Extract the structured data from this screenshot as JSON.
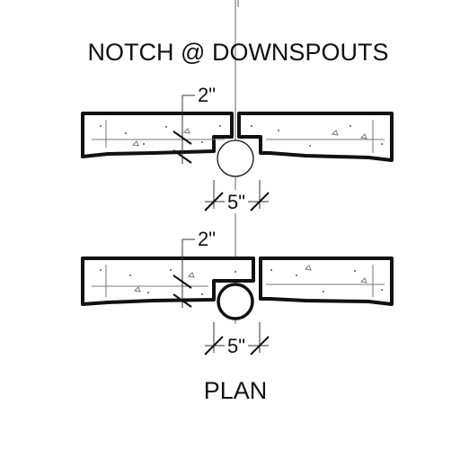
{
  "title": "NOTCH @ DOWNSPOUTS",
  "footer_label": "PLAN",
  "details": [
    {
      "notch_dim": "2\"",
      "width_dim": "5\""
    },
    {
      "notch_dim": "2\"",
      "width_dim": "5\""
    }
  ]
}
